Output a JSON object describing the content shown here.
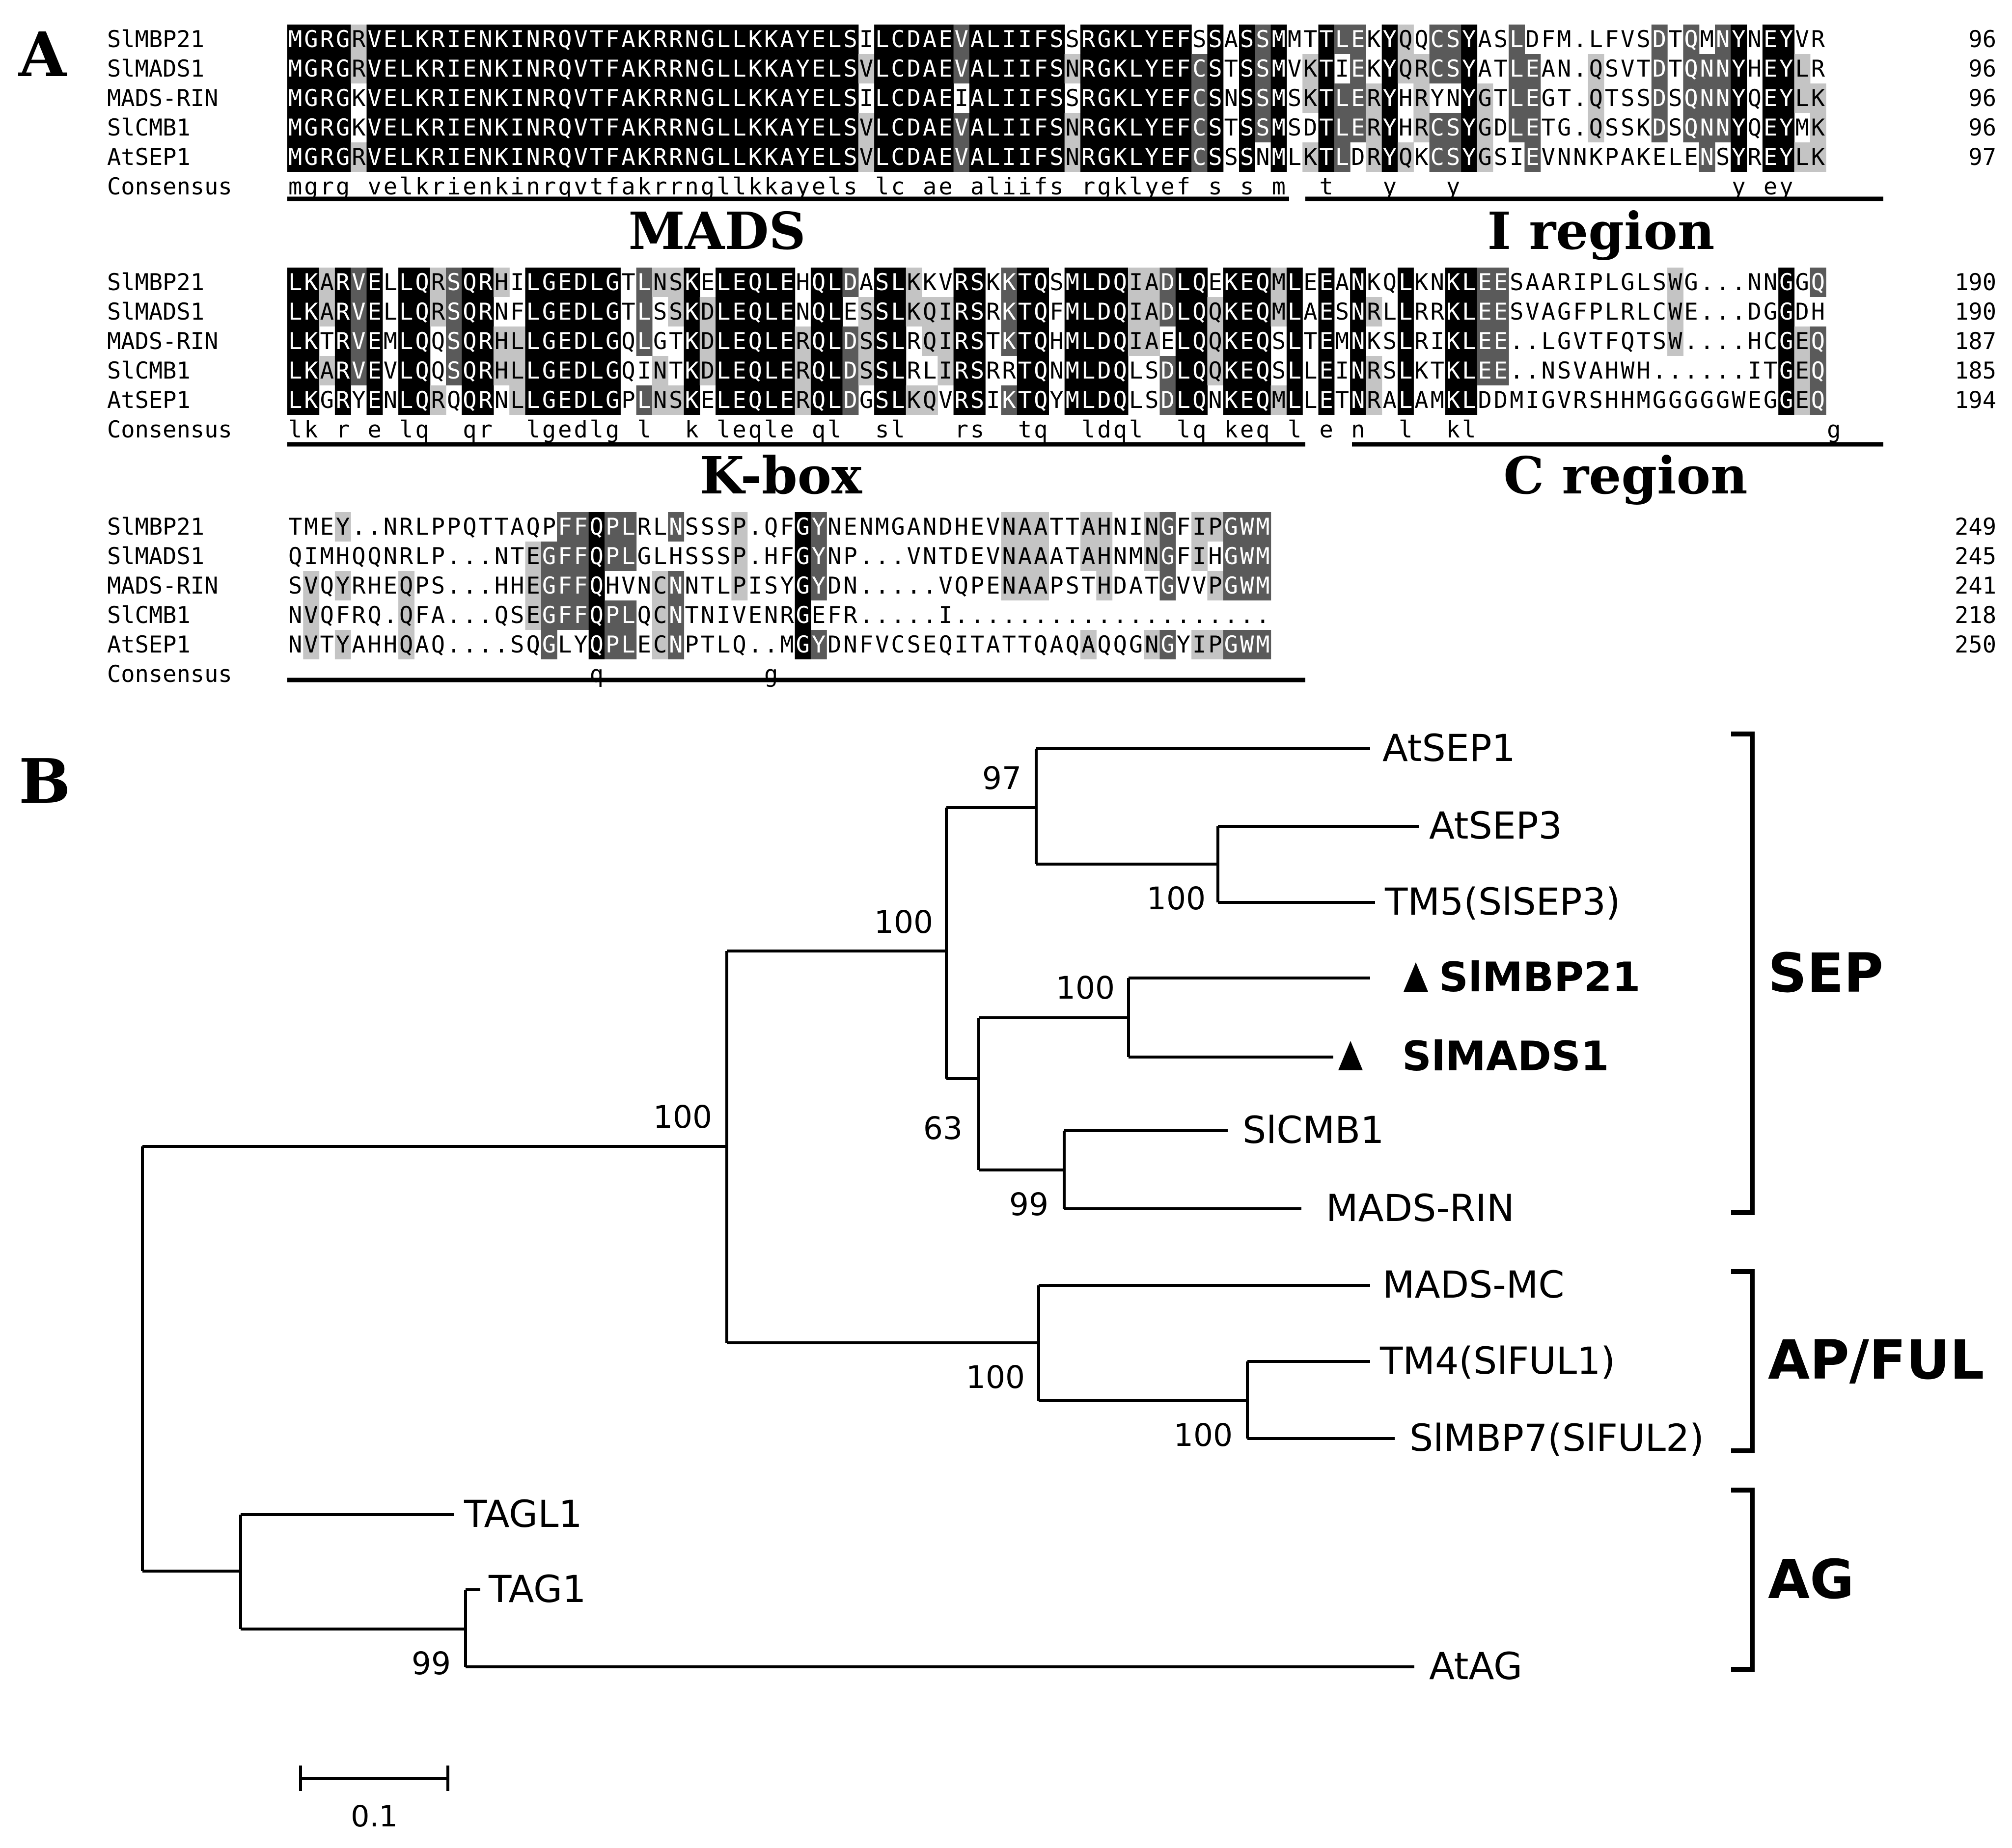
{
  "panelA": {
    "letter": "A",
    "blocks": [
      {
        "names": [
          "SlMBP21",
          "SlMADS1",
          "MADS-RIN",
          "SlCMB1",
          "AtSEP1"
        ],
        "seqs": [
          "MGRGRVELKRIENKINRQVTFAKRRNGLLKKAYELSILCDAEVALIIFSSRGKLYEFSSASSMMTTLEKYQQCSYASLDFM.LFVSDTQMNYNEYVR",
          "MGRGRVELKRIENKINRQVTFAKRRNGLLKKAYELSVLCDAEVALIIFSNRGKLYEFCSTSSMVKTIEKYQRCSYATLEAN.QSVTDTQNNYHEYLR",
          "MGRGKVELKRIENKINRQVTFAKRRNGLLKKAYELSILCDAEIALIIFSSRGKLYEFCSNSSMSKTLERYHRYNYGTLEGT.QTSSDSQNNYQEYLK",
          "MGRGKVELKRIENKINRQVTFAKRRNGLLKKAYELSVLCDAEVALIIFSNRGKLYEFCSTSSMSDTLERYHRCSYGDLETG.QSSKDSQNNYQEYMK",
          "MGRGRVELKRIENKINRQVTFAKRRNGLLKKAYELSVLCDAEVALIIFSNRGKLYEFCSSSNMLKTLDRYQKCSYGSIEVNNKPAKELENSYREYLK"
        ],
        "nums": [
          "96",
          "96",
          "96",
          "96",
          "97"
        ],
        "consensus": "mgrg velkrienkinrqvtfakrrngllkkayels lc ae aliifs rgklyef s s m  t   y   y                 y ey"
      },
      {
        "names": [
          "SlMBP21",
          "SlMADS1",
          "MADS-RIN",
          "SlCMB1",
          "AtSEP1"
        ],
        "seqs": [
          "LKARVELLQRSQRHILGEDLGTLNSKELEQLEHQLDASLKKVRSKKTQSMLDQIADLQEKEQMLEEANKQLKNKLEESAARIPLGLSWG...NNGGQ",
          "LKARVELLQRSQRNFLGEDLGTLSSKDLEQLENQLESSLKQIRSRKTQFMLDQIADLQQKEQMLAESNRLLRRKLEESVAGFPLRLCWE...DGGDH",
          "LKTRVEMLQQSQRHLLGEDLGQLGTKDLEQLERQLDSSLRQIRSTKTQHMLDQIAELQQKEQSLTEMNKSLRIKLEE..LGVTFQTSW....HCGEQ",
          "LKARVEVLQQSQRHLLGEDLGQINTKDLEQLERQLDSSLRLIRSRRTQNMLDQLSDLQQKEQSLLEINRSLKTKLEE..NSVAHWH......ITGEQ",
          "LKGRYENLQRQQRNLLGEDLGPLNSKELEQLERQLDGSLKQVRSIKTQYMLDQLSDLQNKEQMLLETNRALAMKLDDMIGVRSHHMGGGGGWEGGEQ"
        ],
        "nums": [
          "190",
          "190",
          "187",
          "185",
          "194"
        ],
        "consensus": "lk r e lq  qr  lgedlg l  k leqle ql  sl   rs  tq  ldql  lq keq l e n  l  kl                      g "
      },
      {
        "names": [
          "SlMBP21",
          "SlMADS1",
          "MADS-RIN",
          "SlCMB1",
          "AtSEP1"
        ],
        "seqs": [
          "TMEY..NRLPPQTTAQPFFQPLRLNSSSP.QFGYNENMGANDHEVNAATTAHNINGFIPGWM",
          "QIMHQQNRLP...NTEGFFQPLGLHSSSP.HFGYNP...VNTDEVNAAATAHNMNGFIHGWM",
          "SVQYRHEQPS...HHEGFFQHVNCNNTLPISYGYDN.....VQPENAAPSTHDATGVVPGWM",
          "NVQFRQ.QFA...QSEGFFQPLQCNTNIVENRGEFR.....I....................",
          "NVTYAHHQAQ....SQGLYQPLECNPTLQ..MGYDNFVCSEQITATTQAQAQQGNGYIPGWM"
        ],
        "nums": [
          "249",
          "245",
          "241",
          "218",
          "250"
        ],
        "consensus": "                   q          g                               "
      }
    ],
    "consensus_label": "Consensus",
    "regions": [
      "MADS",
      "I region",
      "K-box",
      "C region"
    ]
  },
  "panelB": {
    "letter": "B",
    "leaves": {
      "atsep1": "AtSEP1",
      "atsep3": "AtSEP3",
      "tm5": "TM5(SlSEP3)",
      "slmbp21": "SlMBP21",
      "slmads1": "SlMADS1",
      "slcmb1": "SlCMB1",
      "madsrin": "MADS-RIN",
      "madsmc": "MADS-MC",
      "tm4": "TM4(SlFUL1)",
      "slmbp7": "SlMBP7(SlFUL2)",
      "tagl1": "TAGL1",
      "tag1": "TAG1",
      "atag": "AtAG"
    },
    "bootstrap": {
      "b97": "97",
      "b100_sep3": "100",
      "b100_sep": "100",
      "b100_mbp21": "100",
      "b63": "63",
      "b99_rin": "99",
      "b100_root": "100",
      "b100_ap": "100",
      "b100_ful": "100",
      "b99_ag": "99"
    },
    "clades": {
      "sep": "SEP",
      "apful": "AP/FUL",
      "ag": "AG"
    },
    "scale_bar": "0.1",
    "highlight_marker": "triangle"
  }
}
